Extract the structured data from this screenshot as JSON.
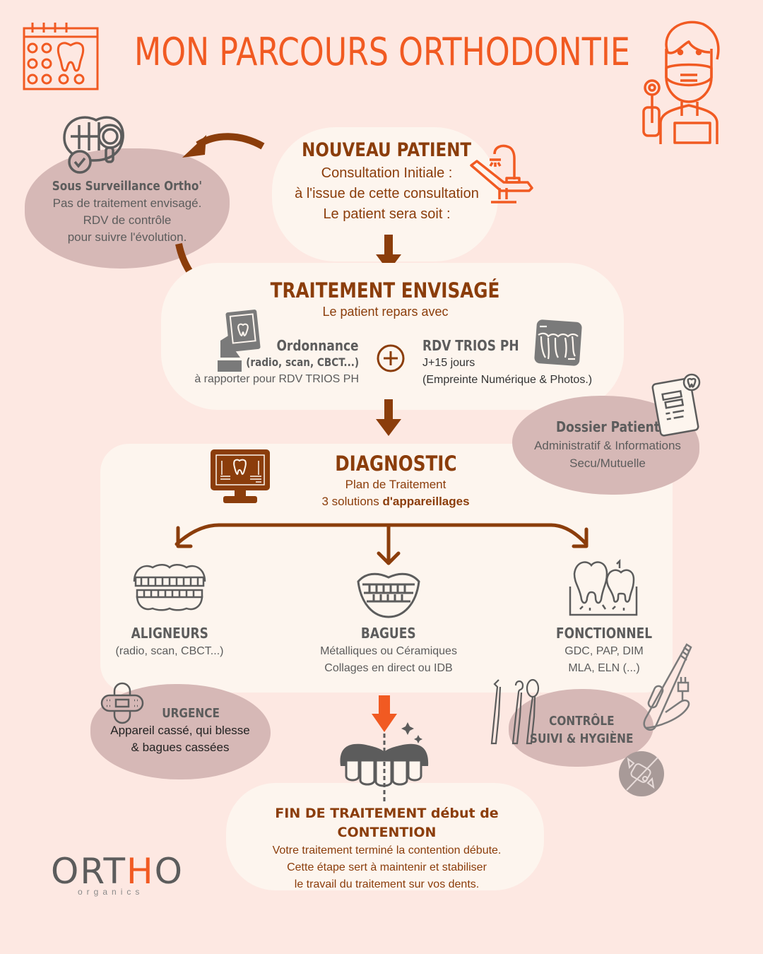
{
  "title": "MON PARCOURS ORTHODONTIE",
  "colors": {
    "background": "#fde8e2",
    "card": "#fdf5ee",
    "cloud": "#d6b8b6",
    "brown": "#8b3d0b",
    "orange": "#f15a22",
    "grey": "#5c5c5c"
  },
  "surveillance": {
    "heading": "Sous Surveillance Ortho'",
    "lines": [
      "Pas de traitement envisagé.",
      "RDV de contrôle",
      "pour suivre l'évolution."
    ]
  },
  "nouveau_patient": {
    "heading": "NOUVEAU PATIENT",
    "lines": [
      "Consultation Initiale :",
      "à l'issue de cette consultation",
      "Le patient sera soit :"
    ]
  },
  "traitement": {
    "heading": "TRAITEMENT ENVISAGÉ",
    "subtitle": "Le patient repars avec",
    "ordonnance": {
      "heading": "Ordonnance",
      "detail": "(radio, scan, CBCT...)",
      "note": "à rapporter pour RDV TRIOS PH"
    },
    "plus": "+",
    "trios": {
      "heading": "RDV TRIOS PH",
      "detail": "J+15 jours",
      "note": "(Empreinte Numérique & Photos.)"
    }
  },
  "dossier": {
    "heading": "Dossier Patient",
    "lines": [
      "Administratif & Informations",
      "Secu/Mutuelle"
    ]
  },
  "diagnostic": {
    "heading": "DIAGNOSTIC",
    "line1": "Plan de Traitement",
    "line2_prefix": "3 solutions ",
    "line2_bold": "d'appareillages"
  },
  "solutions": [
    {
      "heading": "ALIGNEURS",
      "lines": [
        "(radio, scan, CBCT...)"
      ]
    },
    {
      "heading": "BAGUES",
      "lines": [
        "Métalliques ou Céramiques",
        "Collages en direct ou IDB"
      ]
    },
    {
      "heading": "FONCTIONNEL",
      "lines": [
        "GDC, PAP, DIM",
        "MLA, ELN (...)"
      ]
    }
  ],
  "urgence": {
    "heading": "URGENCE",
    "lines": [
      "Appareil cassé, qui blesse",
      "& bagues cassées"
    ]
  },
  "controle": {
    "lines": [
      "CONTRÔLE",
      "SUIVI & HYGIÈNE"
    ]
  },
  "fin": {
    "heading_bold1": "FIN DE TRAITEMENT",
    "heading_mid": " début de ",
    "heading_bold2": "CONTENTION",
    "lines": [
      "Votre traitement terminé la contention débute.",
      "Cette étape sert à maintenir et stabiliser",
      "le travail du traitement sur vos dents."
    ]
  },
  "logo": {
    "part1": "OR",
    "part2": "T",
    "part3": "H",
    "part4": "O",
    "sub": "organics"
  },
  "icons": {
    "calendar": "calendar-tooth-icon",
    "dentist": "dentist-mask-icon",
    "mouth_magnifier": "mouth-magnifier-icon",
    "dental_chair": "dental-chair-icon",
    "tablet_hand": "tablet-hand-icon",
    "xray": "xray-teeth-icon",
    "dossier_tablet": "patient-record-tablet-icon",
    "monitor": "monitor-tooth-icon",
    "aligners": "aligners-icon",
    "braces": "braces-smile-icon",
    "functional": "functional-teeth-icon",
    "bandage": "bandage-icon",
    "tools": "dental-tools-icon",
    "toothbrush": "electric-toothbrush-icon",
    "no_candy": "no-candy-icon",
    "retainer": "retainer-teeth-icon"
  }
}
